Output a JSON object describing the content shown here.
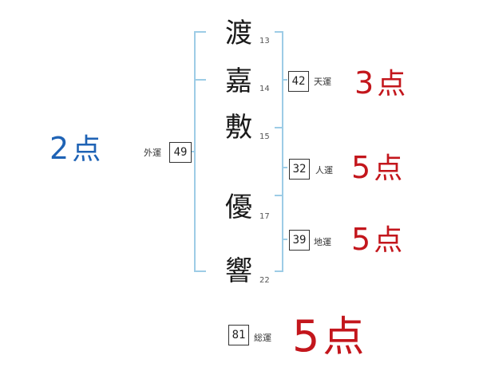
{
  "colors": {
    "bracket": "#9dcce6",
    "accent_red": "#c3161c",
    "accent_blue": "#1f63b5"
  },
  "name": {
    "characters": [
      {
        "char": "渡",
        "strokes": "13"
      },
      {
        "char": "嘉",
        "strokes": "14"
      },
      {
        "char": "敷",
        "strokes": "15"
      },
      {
        "char": "優",
        "strokes": "17"
      },
      {
        "char": "響",
        "strokes": "22"
      }
    ]
  },
  "fortunes": {
    "gaiun": {
      "value": "49",
      "label": "外運",
      "score_num": "2",
      "score_unit": "点"
    },
    "tenun": {
      "value": "42",
      "label": "天運",
      "score_num": "3",
      "score_unit": "点"
    },
    "jinun": {
      "value": "32",
      "label": "人運",
      "score_num": "5",
      "score_unit": "点"
    },
    "chiun": {
      "value": "39",
      "label": "地運",
      "score_num": "5",
      "score_unit": "点"
    },
    "souun": {
      "value": "81",
      "label": "総運",
      "score_num": "5",
      "score_unit": "点"
    }
  }
}
